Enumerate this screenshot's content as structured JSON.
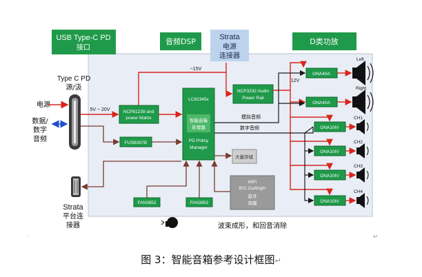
{
  "headers": {
    "usb_title": "USB Type-C PD",
    "usb_sub": "接口",
    "dsp": "音频DSP",
    "strata_title": "Strata",
    "strata_l1": "电源",
    "strata_l2": "连接器",
    "class_d": "D类功放"
  },
  "left": {
    "typec_l1": "Type C PD",
    "typec_l2": "源/汲",
    "power": "电源",
    "data_l1": "数据/",
    "data_l2": "数字",
    "data_l3": "音频",
    "strata_l1": "Strata",
    "strata_l2": "平台连",
    "strata_l3": "接器"
  },
  "blocks": {
    "ncp81239_l1": "NCP81239 and",
    "ncp81239_l2": "power Matrix",
    "fusb307b": "FUSB307B",
    "lc82345x": "LC82345x",
    "smart_l1": "智能音箱",
    "smart_l2": "处理器",
    "pdpm_l1": "PD Policy",
    "pdpm_l2": "Manager",
    "storage": "大量存储",
    "ncp3232_l1": "NCP3232 Audio",
    "ncp3232_l2": "Power Rail",
    "fan1": "FAN3852",
    "fan2": "FAN3852",
    "wifi_l1": "WiFi",
    "wifi_l2": "802.11a/b/g/n",
    "wifi_l3": "蓝牙",
    "wifi_l4": "双模",
    "ona40a_1": "ONA40A",
    "ona40a_2": "ONA40A",
    "ona10iv_1": "ONA10IV",
    "ona10iv_2": "ONA10IV",
    "ona10iv_3": "ONA10IV",
    "ona10iv_4": "ONA10IV"
  },
  "labels": {
    "v15": "~15V",
    "v5_20": "5V ~ 20V",
    "v12": "12V",
    "analog": "模拟音频",
    "digital": "数字音频",
    "left": "Left",
    "right": "Right",
    "ch1": "CH1",
    "ch2": "CH2",
    "ch3": "CH3",
    "ch4": "CH4",
    "beam": "波束成形，和回音消除",
    "end_mark": "↵"
  },
  "caption": "图 3：智能音箱参考设计框图",
  "colors": {
    "green": "#1f9a4a",
    "panel": "#e9edf5",
    "strata_blue": "#bcd3ee",
    "arrow_red": "#d9251d",
    "arrow_dark": "#7a3a30",
    "line_black": "#1a1a1a",
    "arrow_blue": "#1f4fd0"
  },
  "icons": [
    "usb-c-connector-icon",
    "strata-connector-icon",
    "speaker-icon",
    "microphone-head-icon"
  ]
}
